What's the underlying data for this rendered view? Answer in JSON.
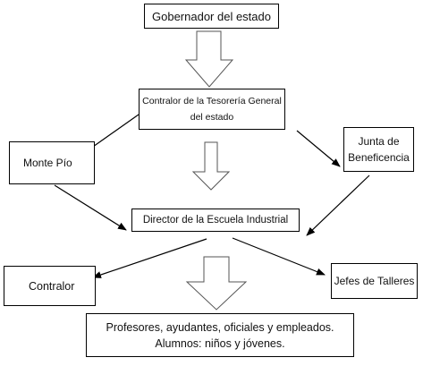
{
  "nodes": {
    "gobernador": "Gobernador del estado",
    "contralor_tesoreria_line1": "Contralor de la Tesorería General",
    "contralor_tesoreria_line2": "del estado",
    "monte_pio": "Monte Pío",
    "junta_line1": "Junta de",
    "junta_line2": "Beneficencia",
    "director": "Director de la Escuela Industrial",
    "contralor": "Contralor",
    "jefes": "Jefes de Talleres",
    "profesores_line1": "Profesores, ayudantes, oficiales y empleados.",
    "profesores_line2": "Alumnos: niños y jóvenes."
  },
  "edges": [
    {
      "from": "gobernador",
      "to": "contralor_tesoreria",
      "style": "block-arrow"
    },
    {
      "from": "contralor_tesoreria",
      "to": "monte_pio",
      "style": "line-arrow"
    },
    {
      "from": "contralor_tesoreria",
      "to": "junta",
      "style": "line-arrow"
    },
    {
      "from": "contralor_tesoreria",
      "to": "director",
      "style": "block-arrow"
    },
    {
      "from": "monte_pio",
      "to": "director",
      "style": "line-arrow"
    },
    {
      "from": "junta",
      "to": "director",
      "style": "line-arrow"
    },
    {
      "from": "director",
      "to": "contralor",
      "style": "line-arrow"
    },
    {
      "from": "director",
      "to": "jefes",
      "style": "line-arrow"
    },
    {
      "from": "director",
      "to": "profesores",
      "style": "block-arrow"
    }
  ]
}
